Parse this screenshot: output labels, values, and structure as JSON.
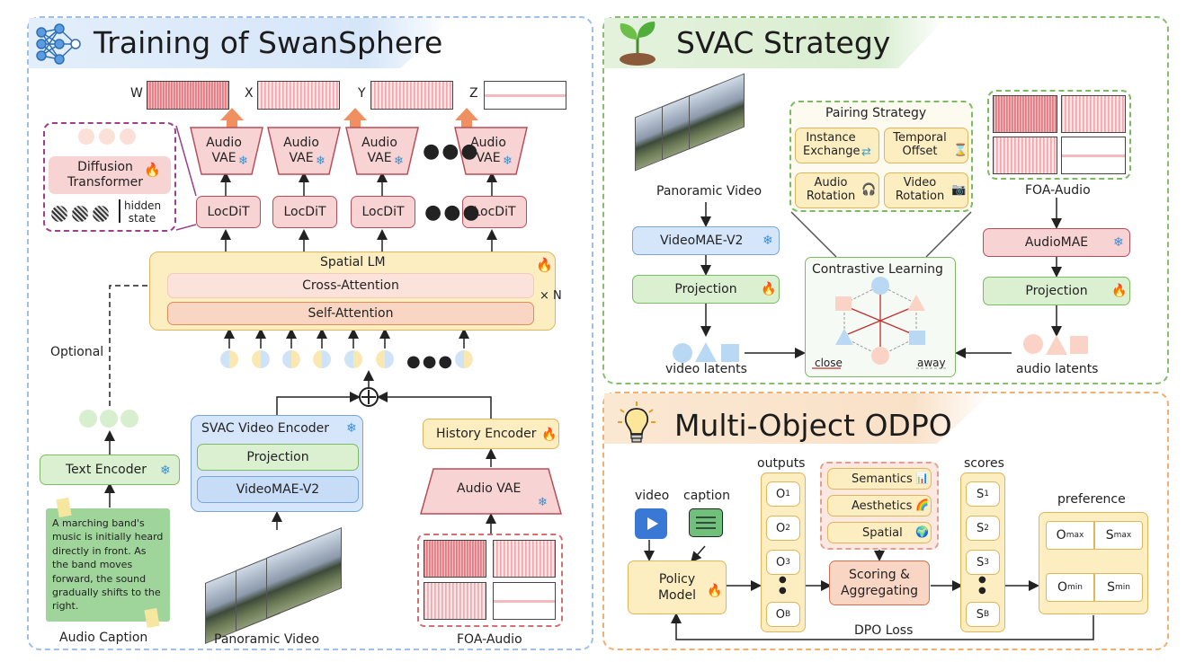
{
  "titles": {
    "training": "Training of SwanSphere",
    "svac": "SVAC Strategy",
    "odpo": "Multi-Object ODPO"
  },
  "training": {
    "channels": [
      "W",
      "X",
      "Y",
      "Z"
    ],
    "audio_vae": "Audio VAE",
    "locdit": "LocDiT",
    "diffusion_transformer": "Diffusion Transformer",
    "hidden_state": "hidden state",
    "spatial_lm": "Spatial LM",
    "cross_attention": "Cross-Attention",
    "self_attention": "Self-Attention",
    "xn": "× N",
    "optional": "Optional",
    "text_encoder": "Text Encoder",
    "caption_text": "A marching band's music is initially heard directly in front. As the band moves forward, the sound gradually shifts to the right.",
    "audio_caption": "Audio Caption",
    "svac_video_encoder": "SVAC Video Encoder",
    "projection": "Projection",
    "videomae": "VideoMAE-V2",
    "panoramic_video": "Panoramic Video",
    "history_encoder": "History Encoder",
    "foa_audio": "FOA-Audio"
  },
  "svac": {
    "panoramic_video": "Panoramic Video",
    "videomae": "VideoMAE-V2",
    "projection_left": "Projection",
    "video_latents": "video latents",
    "pairing_title": "Pairing Strategy",
    "pairing": [
      "Instance Exchange",
      "Temporal Offset",
      "Audio Rotation",
      "Video Rotation"
    ],
    "contrastive": "Contrastive Learning",
    "close": "close",
    "away": "away",
    "foa_audio": "FOA-Audio",
    "audiomae": "AudioMAE",
    "projection_right": "Projection",
    "audio_latents": "audio latents"
  },
  "odpo": {
    "video": "video",
    "caption": "caption",
    "policy_model": "Policy Model",
    "outputs": "outputs",
    "output_items": [
      "O1",
      "O2",
      "O3",
      "OB"
    ],
    "criteria": [
      "Semantics",
      "Aesthetics",
      "Spatial"
    ],
    "scoring": "Scoring & Aggregating",
    "scores": "scores",
    "score_items": [
      "S1",
      "S2",
      "S3",
      "SB"
    ],
    "preference": "preference",
    "pref_top": [
      "Omax",
      "Smax"
    ],
    "pref_bottom": [
      "Omin",
      "Smin"
    ],
    "dpo_loss": "DPO Loss"
  },
  "colors": {
    "pink_fill": "#f7d3d3",
    "pink_border": "#b84d5a",
    "yellow_fill": "#fdeec2",
    "green_fill": "#dbf0d0",
    "blue_fill": "#d6e6fa"
  }
}
